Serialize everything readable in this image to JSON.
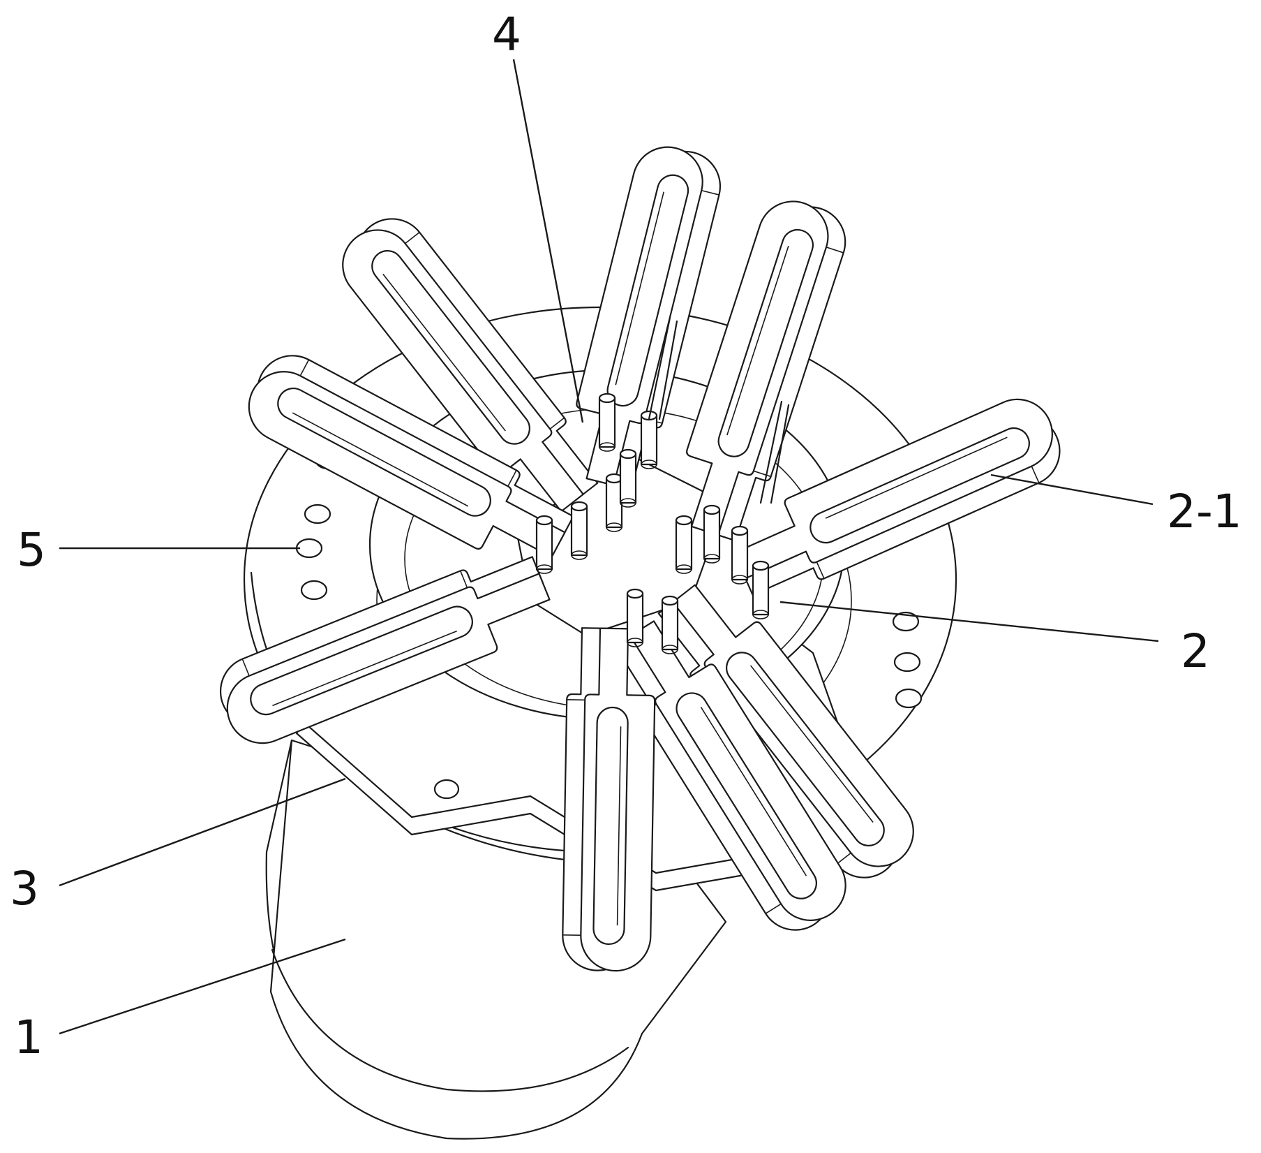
{
  "figure": {
    "labels": {
      "l4": "4",
      "l21": "2-1",
      "l5": "5",
      "l2": "2",
      "l3": "3",
      "l1": "1"
    }
  },
  "colors": {
    "line": "#1a1a1a",
    "background": "#ffffff",
    "text": "#111111"
  }
}
